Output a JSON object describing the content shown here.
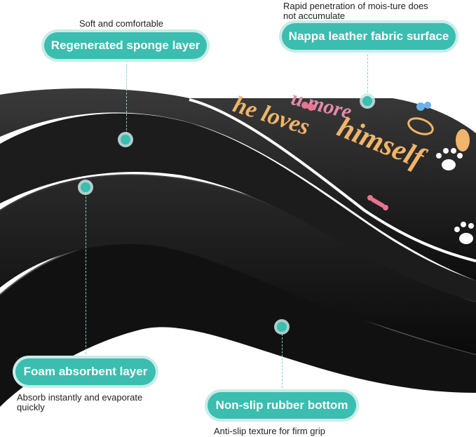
{
  "callouts": {
    "sponge": {
      "title": "Regenerated sponge layer",
      "caption": "Soft and comfortable"
    },
    "nappa": {
      "title": "Nappa leather fabric surface",
      "caption_line1": "Rapid penetration of mois-ture does",
      "caption_line2": "not accumulate"
    },
    "foam": {
      "title": "Foam absorbent layer",
      "caption_line1": "Absorb instantly and evaporate",
      "caption_line2": "quickly"
    },
    "rubber": {
      "title": "Non-slip rubber bottom",
      "caption": "Anti-slip texture for firm grip"
    }
  },
  "mat_print": {
    "line1": "u more",
    "line2": "he loves",
    "line3": "himself"
  },
  "colors": {
    "accent": "#3bbdb0",
    "accent_glow": "#c9ece8",
    "mat": "#151515"
  },
  "icons": [
    "paw-print-icon",
    "bone-icon"
  ]
}
